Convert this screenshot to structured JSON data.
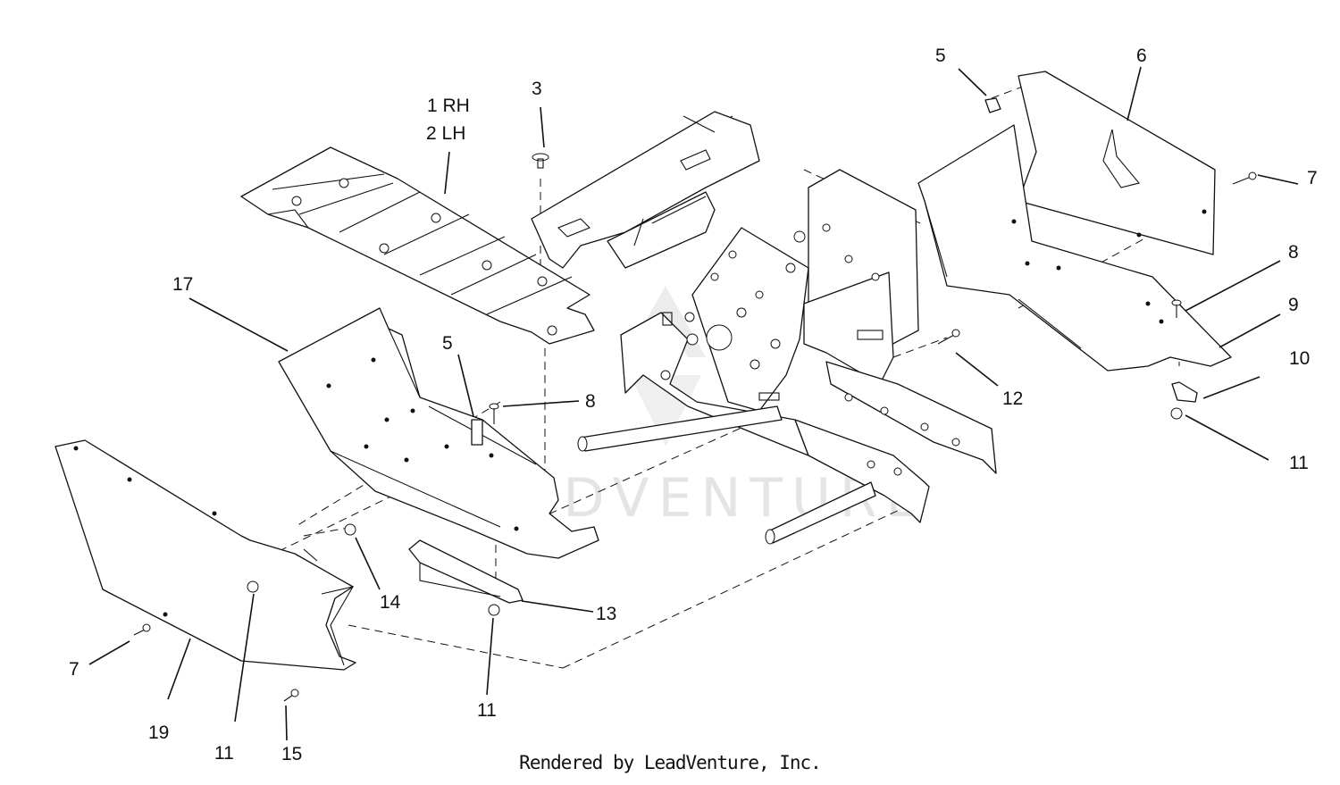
{
  "diagram": {
    "watermark": "LEADVENTURE",
    "credit": "Rendered by LeadVenture, Inc.",
    "callouts": [
      {
        "id": "c-1rh",
        "text": "1 RH"
      },
      {
        "id": "c-2lh",
        "text": "2 LH"
      },
      {
        "id": "c-3",
        "text": "3"
      },
      {
        "id": "c-5a",
        "text": "5"
      },
      {
        "id": "c-6",
        "text": "6"
      },
      {
        "id": "c-7a",
        "text": "7"
      },
      {
        "id": "c-8a",
        "text": "8"
      },
      {
        "id": "c-9",
        "text": "9"
      },
      {
        "id": "c-10",
        "text": "10"
      },
      {
        "id": "c-11a",
        "text": "11"
      },
      {
        "id": "c-12",
        "text": "12"
      },
      {
        "id": "c-17",
        "text": "17"
      },
      {
        "id": "c-5b",
        "text": "5"
      },
      {
        "id": "c-8b",
        "text": "8"
      },
      {
        "id": "c-14",
        "text": "14"
      },
      {
        "id": "c-13",
        "text": "13"
      },
      {
        "id": "c-7b",
        "text": "7"
      },
      {
        "id": "c-19",
        "text": "19"
      },
      {
        "id": "c-11b",
        "text": "11"
      },
      {
        "id": "c-15",
        "text": "15"
      },
      {
        "id": "c-11c",
        "text": "11"
      }
    ]
  }
}
